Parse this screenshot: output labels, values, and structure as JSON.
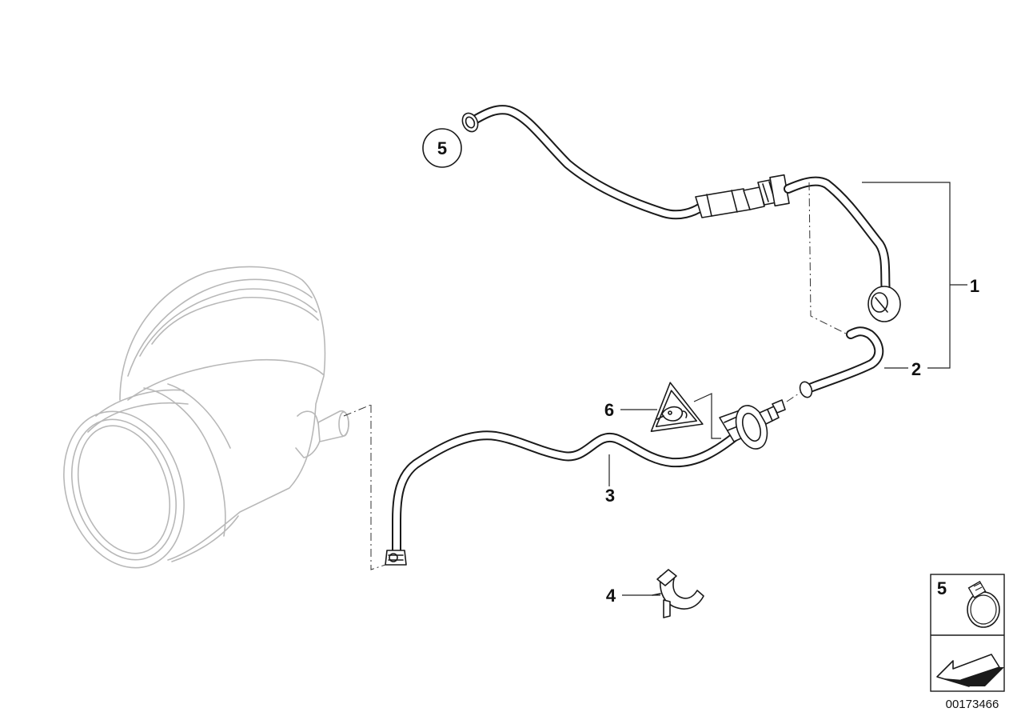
{
  "diagram": {
    "callouts": [
      {
        "id": "1",
        "label": "1"
      },
      {
        "id": "2",
        "label": "2"
      },
      {
        "id": "3",
        "label": "3"
      },
      {
        "id": "4",
        "label": "4"
      },
      {
        "id": "5",
        "label": "5"
      },
      {
        "id": "6",
        "label": "6"
      }
    ],
    "legend_box": {
      "item_label": "5"
    },
    "document_number": "00173466"
  }
}
